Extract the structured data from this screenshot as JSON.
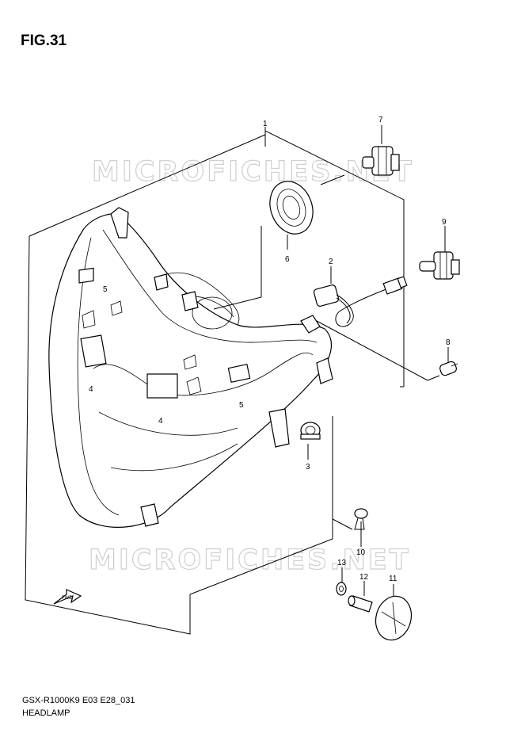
{
  "figure": {
    "title": "FIG.31"
  },
  "watermarks": [
    "MICROFICHES.NET",
    "MICROFICHES.NET"
  ],
  "callouts": [
    "1",
    "2",
    "3",
    "4",
    "4",
    "5",
    "5",
    "6",
    "7",
    "8",
    "9",
    "10",
    "11",
    "12",
    "13"
  ],
  "arrow_label": "FWD",
  "footer": {
    "code": "GSX-R1000K9 E03 E28_031",
    "name": "HEADLAMP"
  }
}
